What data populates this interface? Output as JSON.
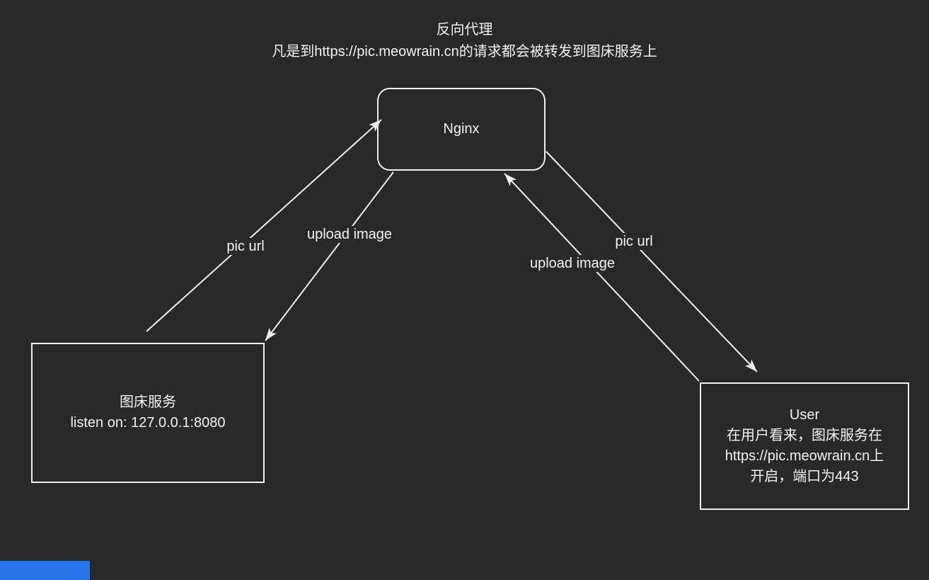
{
  "canvas": {
    "background_color": "#292929",
    "stroke_color": "#f0f0f0",
    "text_color": "#f2f2f2",
    "accent_blue": "#2774e7"
  },
  "title": {
    "line1": "反向代理",
    "line2": "凡是到https://pic.meowrain.cn的请求都会被转发到图床服务上"
  },
  "nodes": {
    "nginx": {
      "label": "Nginx"
    },
    "image_service": {
      "lines": [
        "图床服务",
        "listen on: 127.0.0.1:8080"
      ]
    },
    "user": {
      "lines": [
        "User",
        "在用户看来，图床服务在",
        "https://pic.meowrain.cn上",
        "开启，端口为443"
      ]
    }
  },
  "edges": {
    "left_pic_url": {
      "label": "pic url",
      "from": "image_service",
      "to": "nginx"
    },
    "left_upload_image": {
      "label": "upload image",
      "from": "nginx",
      "to": "image_service"
    },
    "right_upload_image": {
      "label": "upload image",
      "from": "user",
      "to": "nginx"
    },
    "right_pic_url": {
      "label": "pic url",
      "from": "nginx",
      "to": "user"
    }
  }
}
